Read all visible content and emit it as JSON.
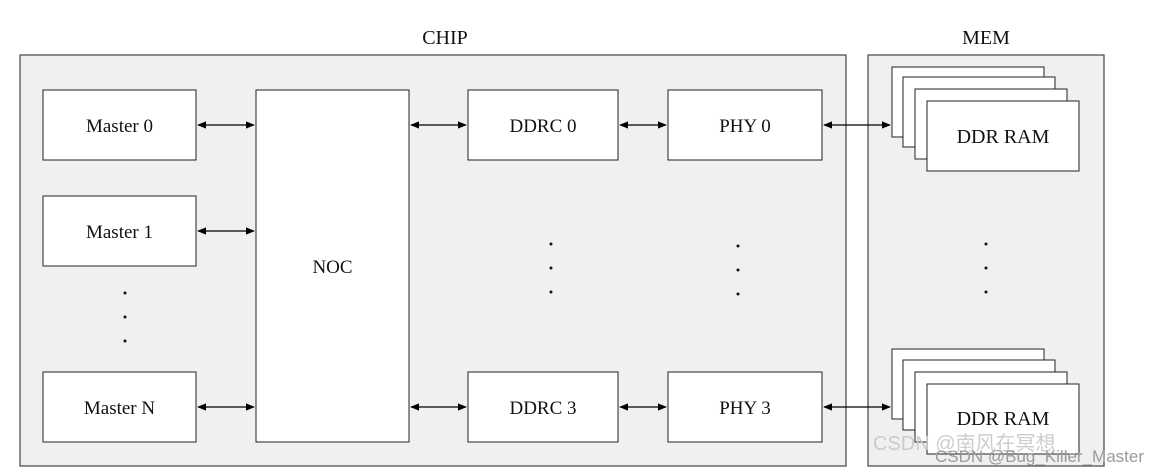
{
  "regions": {
    "chip": "CHIP",
    "mem": "MEM"
  },
  "masters": [
    "Master 0",
    "Master 1",
    "Master N"
  ],
  "noc": "NOC",
  "ddrc": [
    "DDRC 0",
    "DDRC 3"
  ],
  "phy": [
    "PHY 0",
    "PHY 3"
  ],
  "ddr_ram": [
    "DDR RAM",
    "DDR RAM"
  ],
  "watermark": {
    "line1": "CSDN @南风在冥想",
    "line2": "CSDN @Bug_Killer_Master"
  }
}
